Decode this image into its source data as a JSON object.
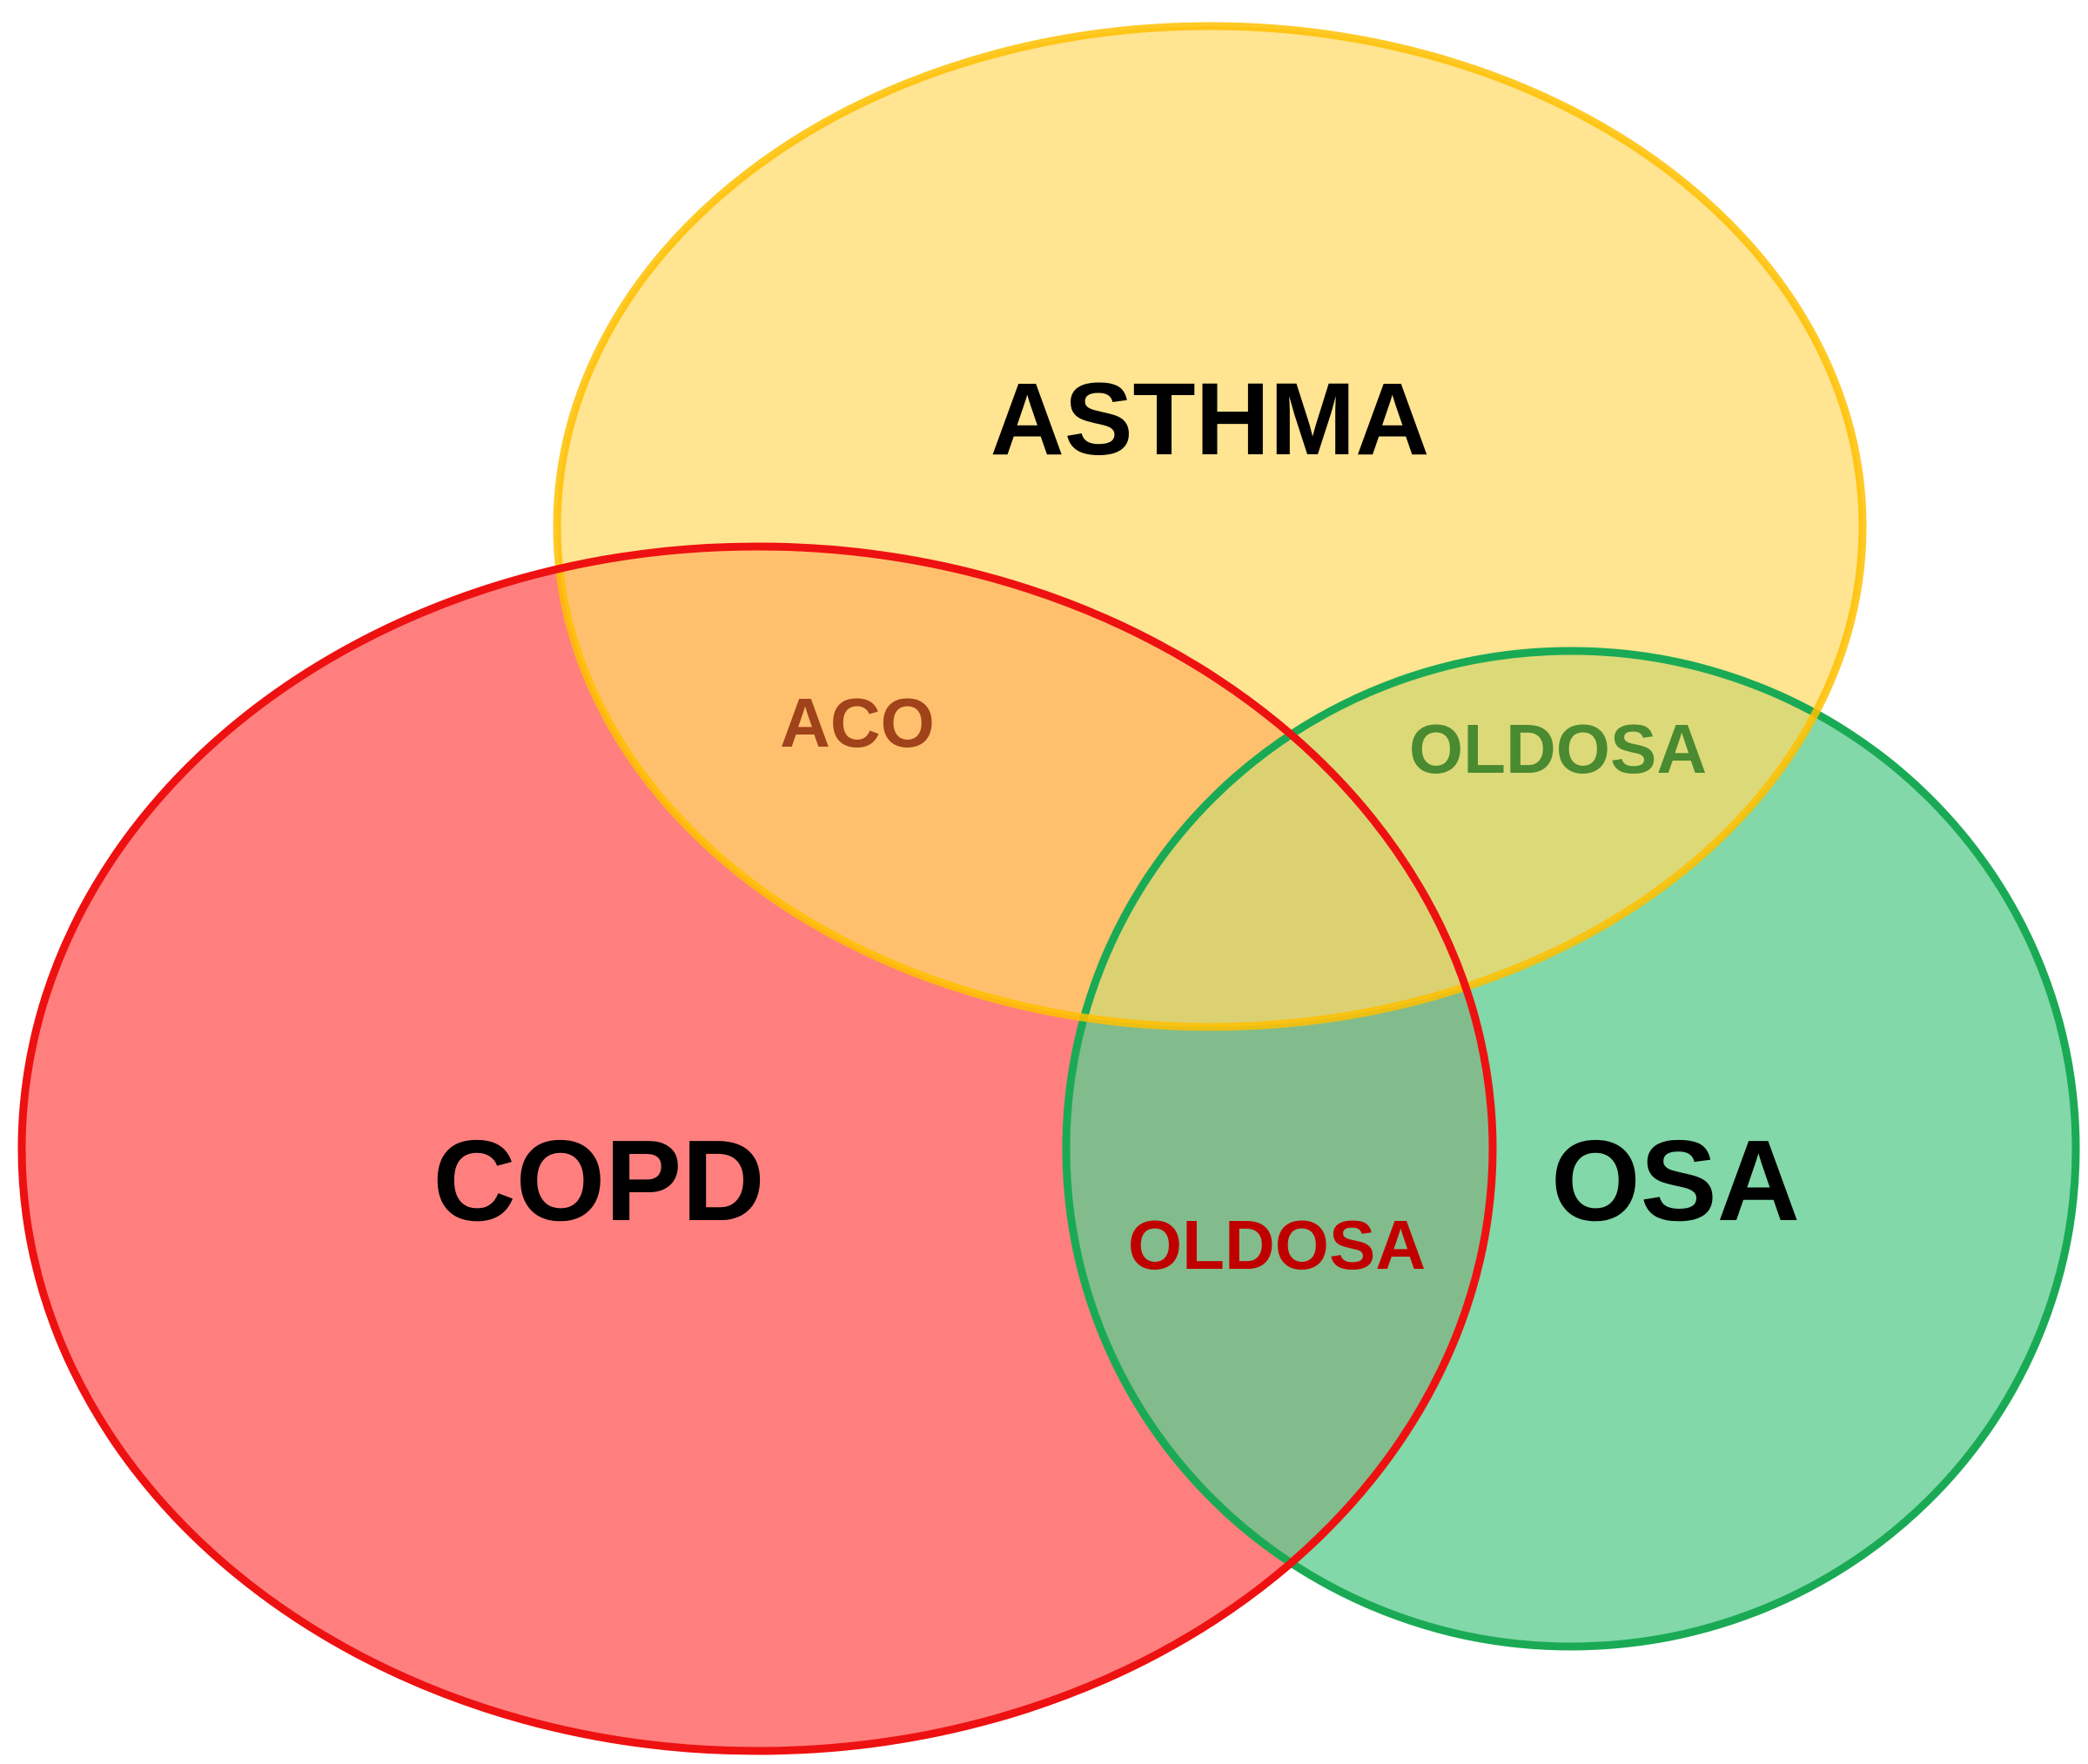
{
  "sets": {
    "asthma": {
      "label": "ASTHMA",
      "fill": "#FFD966",
      "stroke": "#FFC000"
    },
    "copd": {
      "label": "COPD",
      "fill": "#FF6969",
      "stroke": "#EE1111"
    },
    "osa": {
      "label": "OSA",
      "fill": "#5FCD8F",
      "stroke": "#1AAA55"
    }
  },
  "overlaps": {
    "asthma_copd": {
      "label": "ACO",
      "color": "#A0421A"
    },
    "asthma_osa": {
      "label": "OLDOSA",
      "color": "#4A8A30"
    },
    "copd_osa": {
      "label": "OLDOSA",
      "color": "#C00000"
    }
  }
}
